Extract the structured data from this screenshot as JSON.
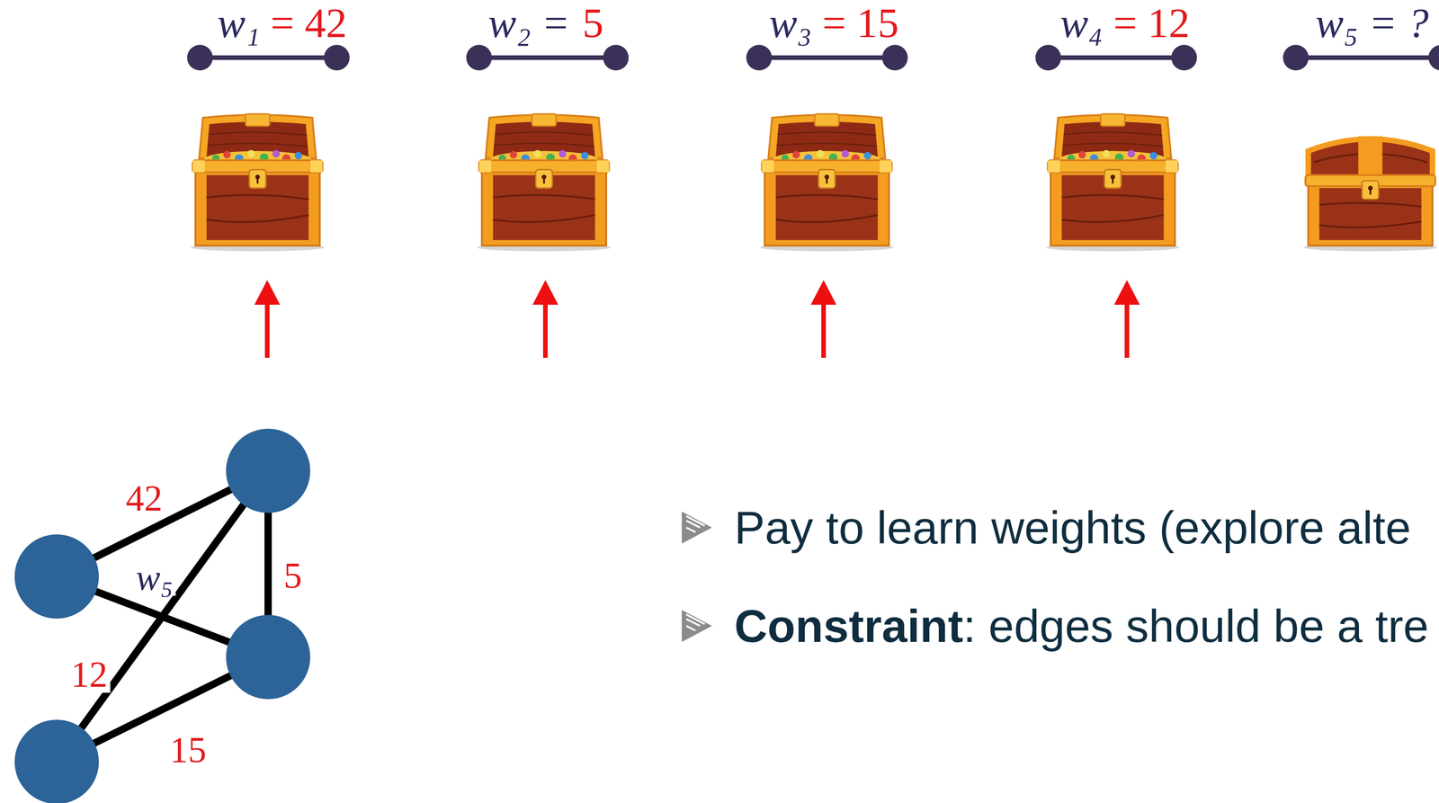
{
  "diagram": {
    "labels": [
      "w₁",
      "= 42",
      "w₂ =",
      "5",
      "w₃",
      "= 15",
      "w₄",
      "= 12",
      "w₅ = ?",
      "42",
      "w₅",
      "5",
      "12",
      "15",
      "Pay to learn weights (explore alte",
      "Constraint",
      ": edges should be a tre"
    ]
  }
}
